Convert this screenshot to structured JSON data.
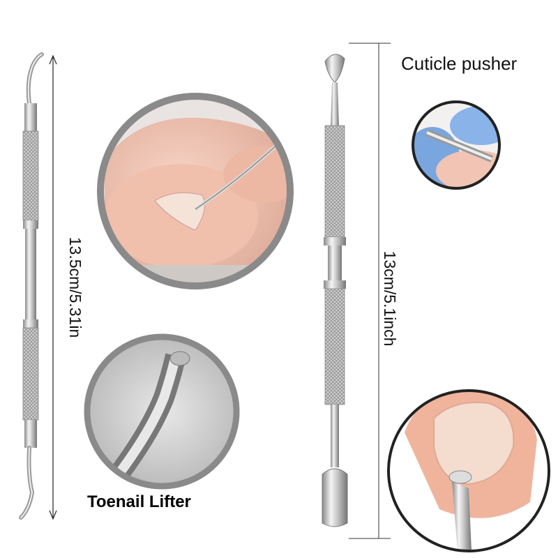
{
  "labels": {
    "left_dimension": "13.5cm/5.31in",
    "right_dimension": "13cm/5.1inch",
    "cuticle_pusher": "Cuticle pusher",
    "toenail_lifter": "Toenail Lifter"
  },
  "colors": {
    "steel_light": "#f2f2f2",
    "steel_mid": "#c4c4c4",
    "steel_dark": "#7a7a7a",
    "ring_gray": "#8a8a8a",
    "skin": "#f2c4b4",
    "glove_blue": "#7aa6e0",
    "nail": "#f3ddd0"
  }
}
